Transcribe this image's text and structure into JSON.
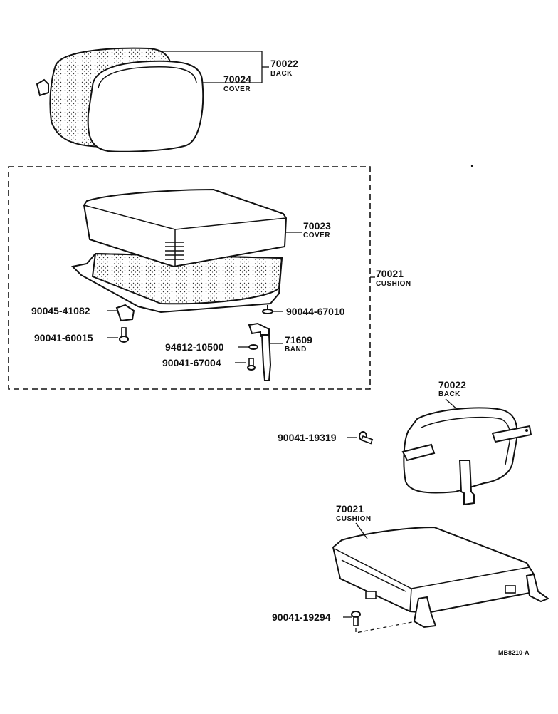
{
  "figure_code": "MB8210-A",
  "upper_back": {
    "part_no": "70022",
    "name": "BACK"
  },
  "upper_back_cover": {
    "part_no": "70024",
    "name": "COVER"
  },
  "cushion_cover": {
    "part_no": "70023",
    "name": "COVER"
  },
  "cushion_assembly": {
    "part_no": "70021",
    "name": "CUSHION"
  },
  "band": {
    "part_no": "71609",
    "name": "BAND"
  },
  "fasteners": {
    "bracket": "90045-41082",
    "bolt_left": "90041-60015",
    "clip": "90044-67010",
    "washer": "94612-10500",
    "bolt_band": "90041-67004",
    "bolt_back": "90041-19319",
    "bolt_cushion": "90041-19294"
  },
  "lower_back": {
    "part_no": "70022",
    "name": "BACK"
  },
  "lower_cushion": {
    "part_no": "70021",
    "name": "CUSHION"
  }
}
